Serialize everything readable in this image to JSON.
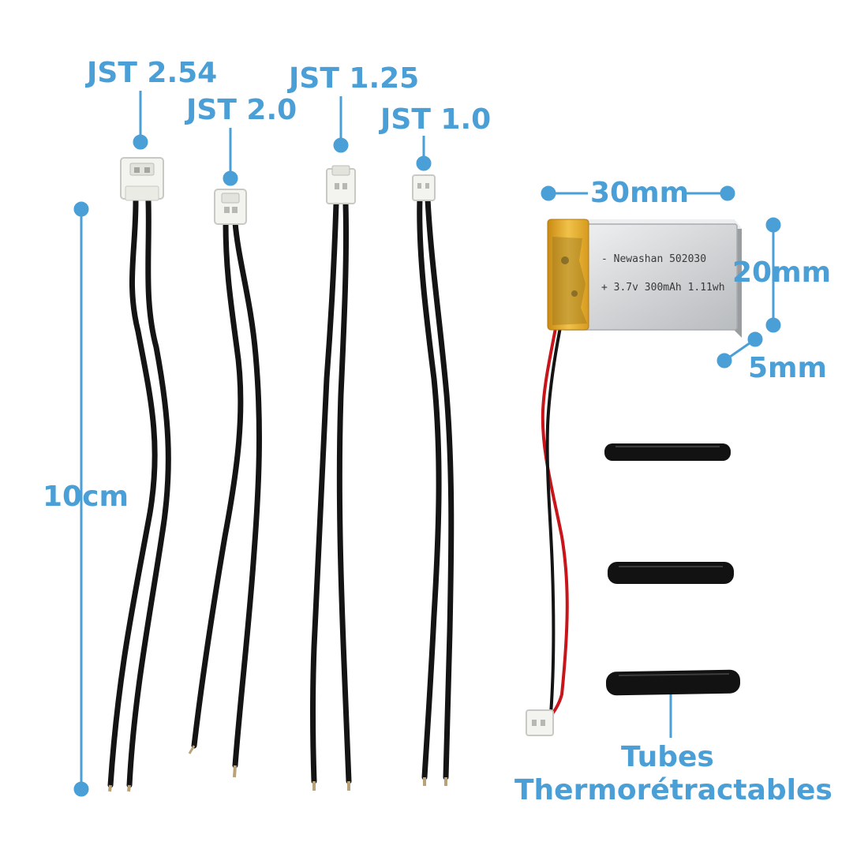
{
  "colors": {
    "accent": "#4a9fd6",
    "wire_black": "#141414",
    "wire_red": "#c8151b",
    "connector": "#f3f3f0",
    "battery_body": "#d8dadc",
    "battery_kapton": "#e0a823",
    "tube": "#121212"
  },
  "labels": {
    "jst254": "JST 2.54",
    "jst20": "JST 2.0",
    "jst125": "JST 1.25",
    "jst10": "JST 1.0",
    "length": "10cm",
    "width": "30mm",
    "height": "20mm",
    "thickness": "5mm",
    "tubes_line1": "Tubes",
    "tubes_line2": "Thermorétractables"
  },
  "battery": {
    "line1": "- Newashan 502030",
    "line2": "+ 3.7v 300mAh 1.11wh"
  }
}
